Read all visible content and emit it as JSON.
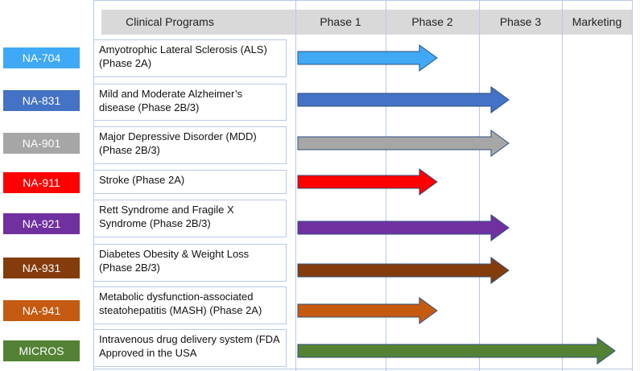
{
  "header": {
    "programs_label": "Clinical Programs",
    "phase1": "Phase 1",
    "phase2": "Phase 2",
    "phase3": "Phase 3",
    "marketing": "Marketing"
  },
  "rows": [
    {
      "code": "NA-704",
      "color": "#3fa9f5",
      "program": "Amyotrophic Lateral Sclerosis (ALS) (Phase 2A)",
      "stage": "Phase 2"
    },
    {
      "code": "NA-831",
      "color": "#4472c4",
      "program": "Mild and Moderate Alzheimer’s disease (Phase 2B/3)",
      "stage": "Phase 3"
    },
    {
      "code": "NA-901",
      "color": "#a6a6a6",
      "program": "Major Depressive Disorder (MDD) (Phase 2B/3)",
      "stage": "Phase 3"
    },
    {
      "code": "NA-911",
      "color": "#ff0000",
      "program": "Stroke (Phase 2A)",
      "stage": "Phase 2"
    },
    {
      "code": "NA-921",
      "color": "#7030a0",
      "program": "Rett Syndrome and Fragile X Syndrome (Phase 2B/3)",
      "stage": "Phase 3"
    },
    {
      "code": "NA-931",
      "color": "#843c0c",
      "program": "Diabetes Obesity & Weight Loss (Phase 2B/3)",
      "stage": "Phase 3"
    },
    {
      "code": "NA-941",
      "color": "#c55a11",
      "program": "Metabolic dysfunction-associated steatohepatitis (MASH) (Phase 2A)",
      "stage": "Phase 2"
    },
    {
      "code": "MICROS",
      "color": "#548235",
      "program": "Intravenous drug delivery system (FDA Approved in the USA",
      "stage": "Marketing"
    }
  ]
}
